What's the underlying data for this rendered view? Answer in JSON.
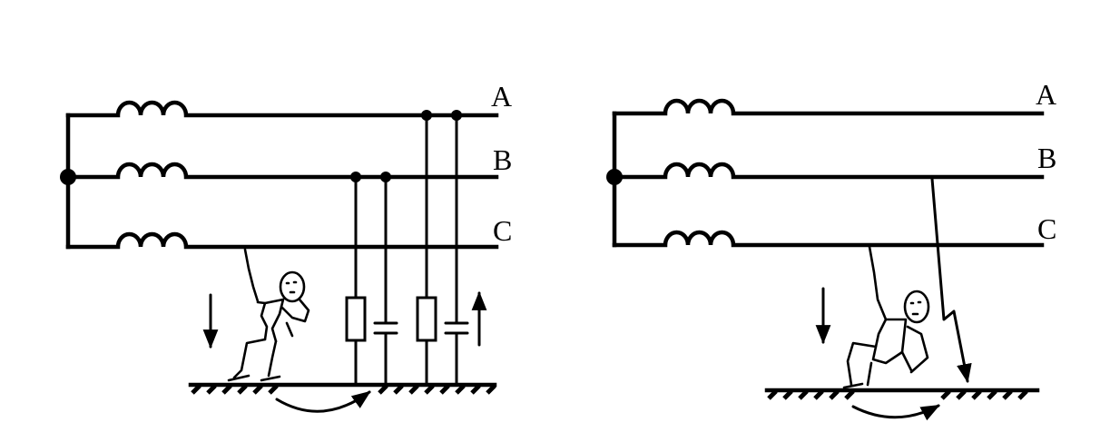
{
  "diagram": {
    "left": {
      "label_a": "A",
      "label_b": "B",
      "label_c": "C"
    },
    "right": {
      "label_a": "A",
      "label_b": "B",
      "label_c": "C"
    }
  },
  "colors": {
    "stroke": "#000000",
    "background": "#ffffff"
  }
}
